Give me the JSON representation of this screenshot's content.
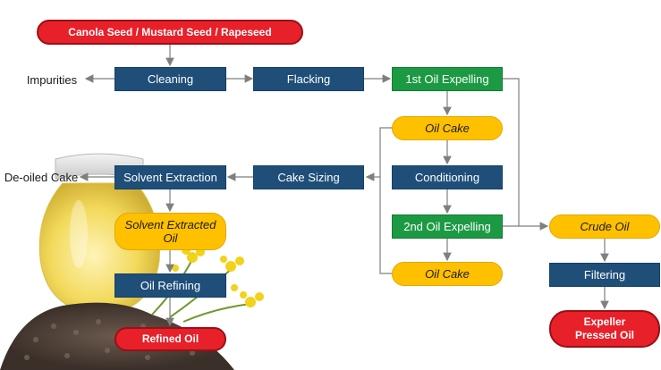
{
  "colors": {
    "blue_box": "#1f4e79",
    "green_box": "#1c9a43",
    "yellow_box": "#ffc000",
    "red_box": "#e8202a",
    "arrow": "#7f7f7f"
  },
  "nodes": {
    "source": "Canola  Seed / Mustard Seed / Rapeseed",
    "impurities": "Impurities",
    "cleaning": "Cleaning",
    "flacking": "Flacking",
    "expelling1": "1st Oil Expelling",
    "oil_cake1": "Oil Cake",
    "conditioning": "Conditioning",
    "expelling2": "2nd Oil Expelling",
    "oil_cake2": "Oil Cake",
    "cake_sizing": "Cake Sizing",
    "solvent_extraction": "Solvent Extraction",
    "deoiled_cake": "De-oiled Cake",
    "solvent_oil": "Solvent Extracted\nOil",
    "oil_refining": "Oil Refining",
    "refined_oil": "Refined Oil",
    "crude_oil": "Crude Oil",
    "filtering": "Filtering",
    "expeller_oil": "Expeller\nPressed  Oil"
  }
}
